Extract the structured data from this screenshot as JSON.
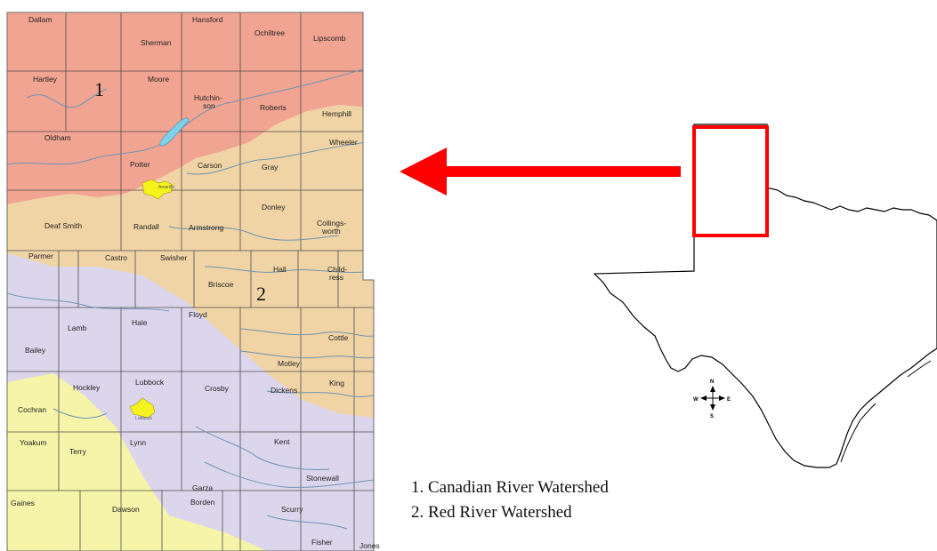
{
  "map": {
    "region_numbers": [
      "1",
      "2"
    ],
    "counties": [
      "Dallam",
      "Sherman",
      "Hansford",
      "Ochiltree",
      "Lipscomb",
      "Hartley",
      "Moore",
      "Hutchin-",
      "son",
      "Roberts",
      "Hemphill",
      "Oldham",
      "Potter",
      "Carson",
      "Gray",
      "Wheeler",
      "Deaf Smith",
      "Randall",
      "Armstrong",
      "Donley",
      "Collings-",
      "worth",
      "Parmer",
      "Castro",
      "Swisher",
      "Briscoe",
      "Hall",
      "Child-",
      "ress",
      "Lamb",
      "Hale",
      "Floyd",
      "Bailey",
      "Motley",
      "Cottle",
      "Hockley",
      "Lubbock",
      "Crosby",
      "Dickens",
      "King",
      "Cochran",
      "Yoakum",
      "Terry",
      "Lynn",
      "Kent",
      "Garza",
      "Stonewall",
      "Gaines",
      "Dawson",
      "Borden",
      "Scurry",
      "Fisher",
      "Jones"
    ],
    "cities": [
      "Amarillo",
      "Lubbock"
    ],
    "colors": {
      "canadian_watershed": "#f2a493",
      "red_watershed": "#f1d4a6",
      "brazos_area": "#dcd6ec",
      "southern_area": "#f6f4a8",
      "city_fill": "#f6f21c",
      "river": "#6d94b4",
      "county_line": "#4b4b4b",
      "highlight_red": "#ff0000"
    }
  },
  "compass": {
    "n": "N",
    "s": "S",
    "e": "E",
    "w": "W"
  },
  "legend": {
    "items": [
      "1. Canadian River Watershed",
      "2. Red River Watershed"
    ]
  }
}
